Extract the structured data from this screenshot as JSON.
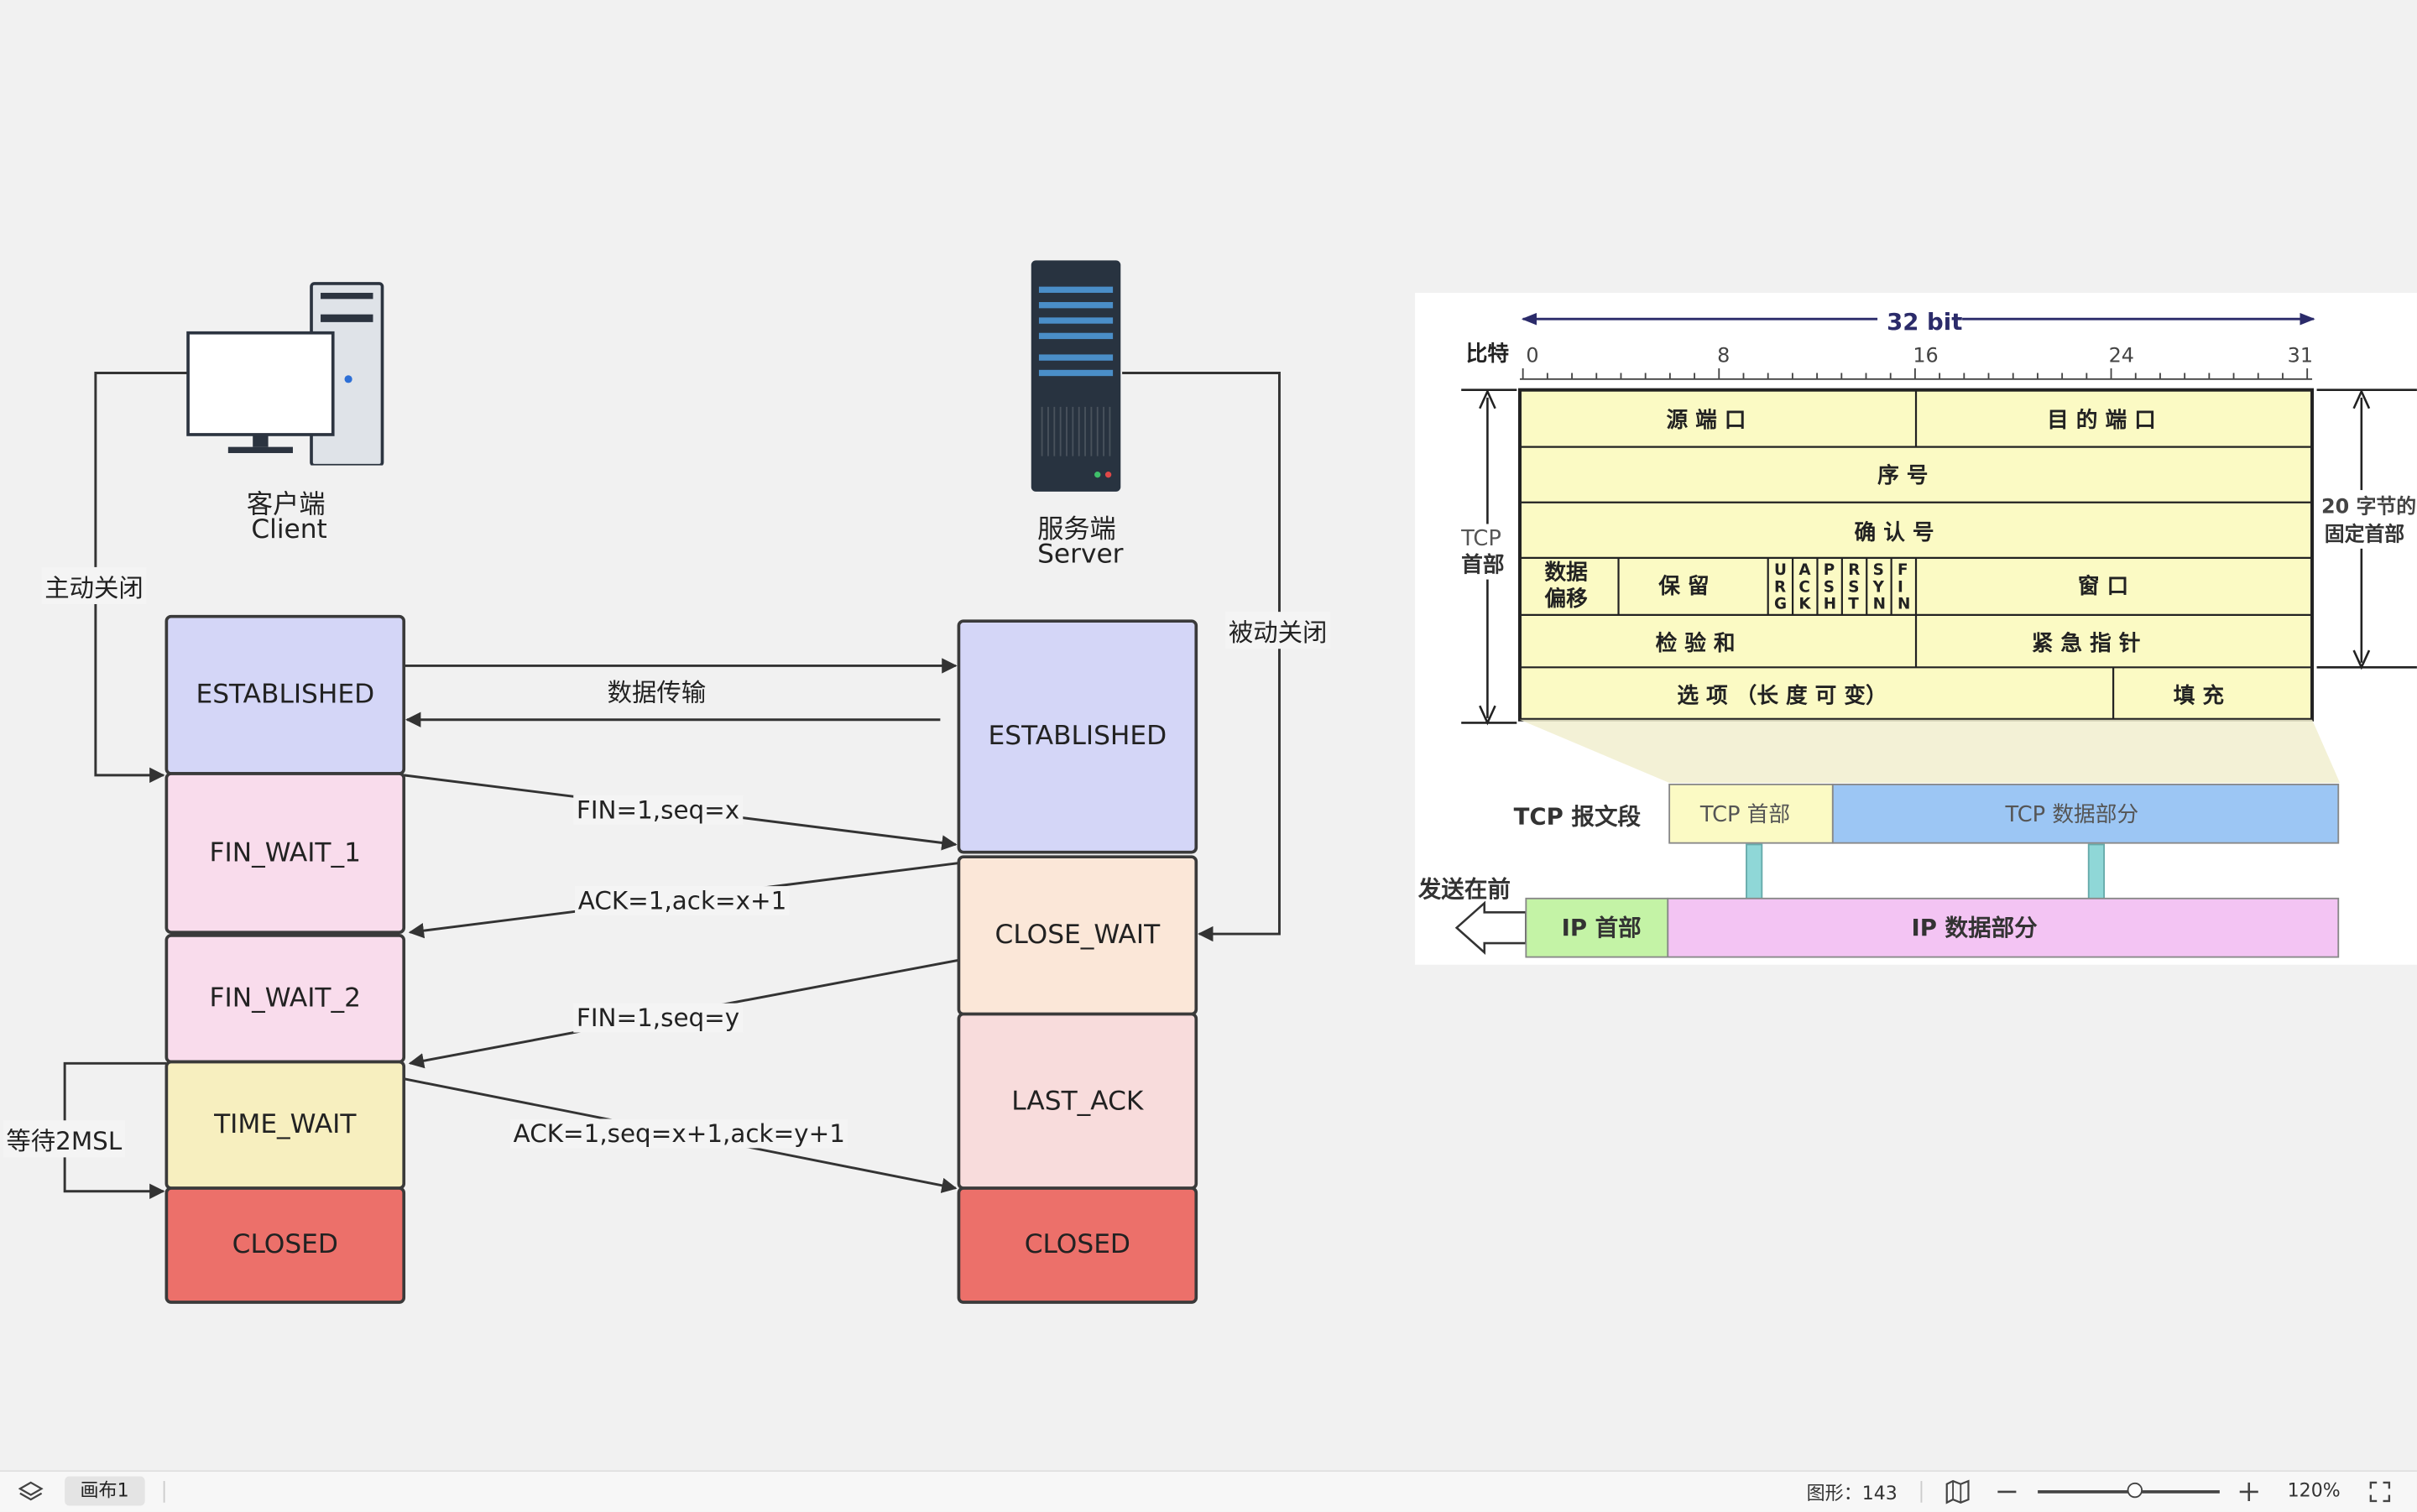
{
  "diagram": {
    "client": {
      "label_cn": "客户端",
      "label_en": "Client"
    },
    "server": {
      "label_cn": "服务端",
      "label_en": "Server"
    },
    "client_side_note": "主动关闭",
    "server_side_note": "被动关闭",
    "wait_note": "等待2MSL",
    "client_states": [
      "ESTABLISHED",
      "FIN_WAIT_1",
      "FIN_WAIT_2",
      "TIME_WAIT",
      "CLOSED"
    ],
    "server_states": [
      "ESTABLISHED",
      "CLOSE_WAIT",
      "LAST_ACK",
      "CLOSED"
    ],
    "messages": {
      "data": "数据传输",
      "fin1": "FIN=1,seq=x",
      "ack1": "ACK=1,ack=x+1",
      "fin2": "FIN=1,seq=y",
      "ack2": "ACK=1,seq=x+1,ack=y+1"
    },
    "colors": {
      "established": "#d4d6f7",
      "fin_wait": "#f9dcec",
      "close_wait": "#fbe7d8",
      "time_wait": "#f7efbf",
      "last_ack": "#f8dcdc",
      "closed": "#ec706a"
    }
  },
  "tcp_header": {
    "width_label": "32 bit",
    "bit_label": "比特",
    "ticks": [
      "0",
      "8",
      "16",
      "24",
      "31"
    ],
    "left_label_top": "TCP",
    "left_label_bottom": "首部",
    "right_label_top": "20 字节的",
    "right_label_bottom": "固定首部",
    "fields": {
      "src_port": "源 端 口",
      "dst_port": "目 的 端 口",
      "seq": "序 号",
      "ack": "确  认  号",
      "offset_top": "数据",
      "offset_bottom": "偏移",
      "reserved": "保  留",
      "flags": [
        "URG",
        "ACK",
        "PSH",
        "RST",
        "SYN",
        "FIN"
      ],
      "window": "窗  口",
      "checksum": "检 验 和",
      "urgent": "紧 急 指 针",
      "options": "选  项  （长 度 可 变）",
      "padding": "填  充"
    },
    "segment_label": "TCP 报文段",
    "tcp_head": "TCP 首部",
    "tcp_data": "TCP 数据部分",
    "send_before": "发送在前",
    "ip_head": "IP 首部",
    "ip_data": "IP 数据部分"
  },
  "statusbar": {
    "tab": "画布1",
    "shape_count": "图形：143",
    "zoom": "120%",
    "icons": [
      "layers-icon",
      "map-icon",
      "zoom-out-icon",
      "zoom-in-icon",
      "fullscreen-icon"
    ]
  }
}
